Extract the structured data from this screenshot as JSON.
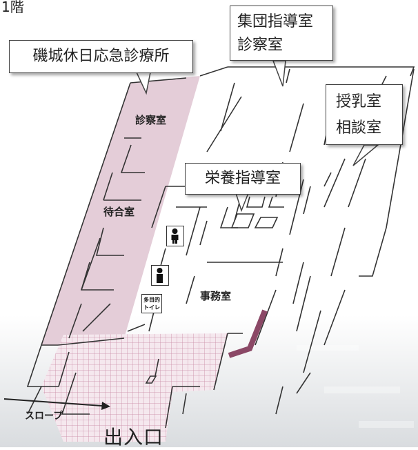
{
  "floor": "1階",
  "callouts": {
    "clinic_name": "磯城休日応急診療所",
    "group_room_line1": "集団指導室",
    "group_room_line2": "診察室",
    "nursing_line1": "授乳室",
    "nursing_line2": "相談室",
    "nutrition": "栄養指導室"
  },
  "rooms": {
    "exam": "診察室",
    "waiting": "待合室",
    "office": "事務室"
  },
  "toilet": {
    "line1": "多目的",
    "line2": "トイレ"
  },
  "slope": "スロープ",
  "entrance": "出入口",
  "colors": {
    "clinic_fill": "#e4cdd8",
    "grid_fill": "#f5e8ee",
    "grid_line": "#c98aa5",
    "accent_wall": "#8b4866",
    "outline": "#333333"
  }
}
